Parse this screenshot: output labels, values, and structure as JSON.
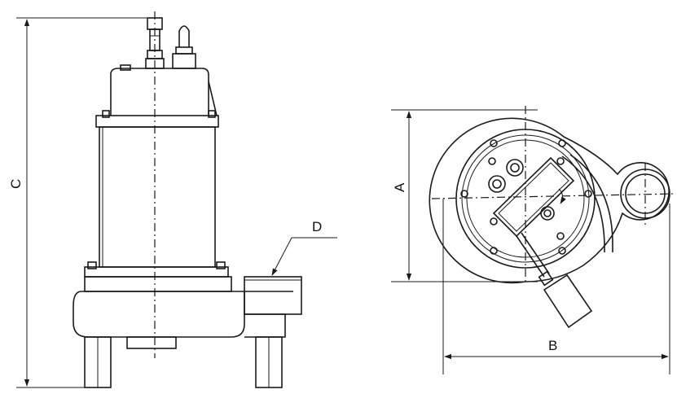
{
  "diagram": {
    "dimension_labels": {
      "c": "C",
      "d": "D",
      "a": "A",
      "b": "B"
    },
    "colors": {
      "line": "#1a1a1a",
      "background": "#ffffff"
    }
  }
}
